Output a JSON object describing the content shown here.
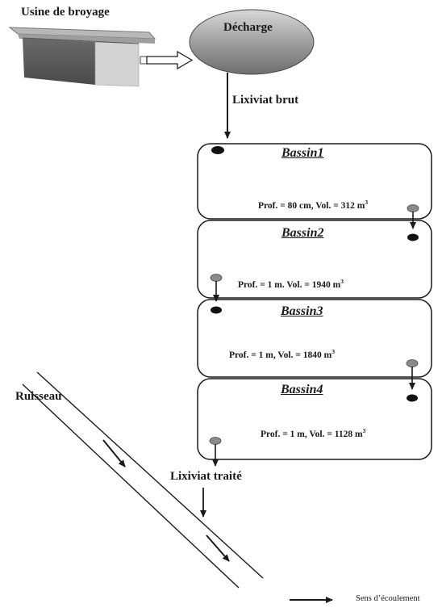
{
  "plant": {
    "label": "Usine de broyage"
  },
  "landfill": {
    "label": "Décharge"
  },
  "raw_leachate": {
    "label": "Lixiviat brut"
  },
  "basins": [
    {
      "name": "Bassin1",
      "spec_prefix": "Prof. = 80 cm, Vol. = 312 m",
      "spec_sup": "3"
    },
    {
      "name": "Bassin2",
      "spec_prefix": "Prof. = 1 m. Vol. = 1940 m",
      "spec_sup": "3"
    },
    {
      "name": "Bassin3",
      "spec_prefix": "Prof. = 1 m, Vol. = 1840 m",
      "spec_sup": "3"
    },
    {
      "name": "Bassin4",
      "spec_prefix": "Prof. = 1 m, Vol. = 1128 m",
      "spec_sup": "3"
    }
  ],
  "stream": {
    "label": "Ruisseau"
  },
  "treated_leachate": {
    "label": "Lixiviat traité"
  },
  "legend": {
    "label": "Sens d’écoulement"
  }
}
